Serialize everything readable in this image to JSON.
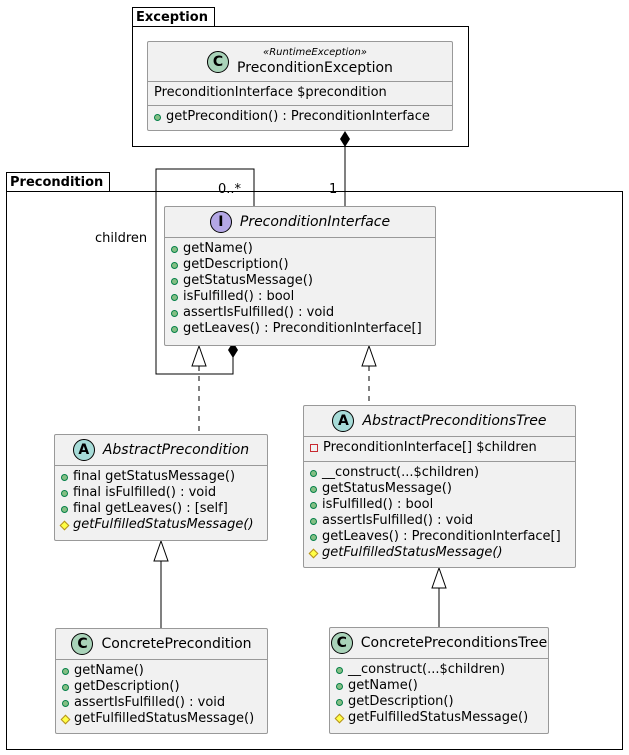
{
  "packages": {
    "exception": {
      "label": "Exception"
    },
    "precondition": {
      "label": "Precondition"
    }
  },
  "colors": {
    "class_icon": "#a9d3b9",
    "interface_icon": "#b4a7e5",
    "abstract_icon": "#a7dcd8",
    "class_bg": "#f1f1f1",
    "border": "#999999",
    "public": "#84be84",
    "private": "#c82930",
    "protected": "#ffff44"
  },
  "classes": {
    "precondition_exception": {
      "icon": "C",
      "stereotype": "«RuntimeException»",
      "name": "PreconditionException",
      "attributes": [
        "PreconditionInterface $precondition"
      ],
      "methods": [
        {
          "vis": "public",
          "text": "getPrecondition() : PreconditionInterface"
        }
      ]
    },
    "precondition_interface": {
      "icon": "I",
      "name": "PreconditionInterface",
      "methods": [
        {
          "vis": "public",
          "text": "getName()"
        },
        {
          "vis": "public",
          "text": "getDescription()"
        },
        {
          "vis": "public",
          "text": "getStatusMessage()"
        },
        {
          "vis": "public",
          "text": "isFulfilled() : bool"
        },
        {
          "vis": "public",
          "text": "assertIsFulfilled() : void"
        },
        {
          "vis": "public",
          "text": "getLeaves() : PreconditionInterface[]"
        }
      ]
    },
    "abstract_precondition": {
      "icon": "A",
      "name": "AbstractPrecondition",
      "methods": [
        {
          "vis": "public",
          "text": "final getStatusMessage()"
        },
        {
          "vis": "public",
          "text": "final isFulfilled() : void"
        },
        {
          "vis": "public",
          "text": "final getLeaves() : [self]"
        },
        {
          "vis": "protected",
          "text": "getFulfilledStatusMessage()",
          "abstract": true
        }
      ]
    },
    "abstract_preconditions_tree": {
      "icon": "A",
      "name": "AbstractPreconditionsTree",
      "attributes": [
        {
          "vis": "private",
          "text": "PreconditionInterface[] $children"
        }
      ],
      "methods": [
        {
          "vis": "public",
          "text": "__construct(...$children)"
        },
        {
          "vis": "public",
          "text": "getStatusMessage()"
        },
        {
          "vis": "public",
          "text": "isFulfilled() : bool"
        },
        {
          "vis": "public",
          "text": "assertIsFulfilled() : void"
        },
        {
          "vis": "public",
          "text": "getLeaves() : PreconditionInterface[]"
        },
        {
          "vis": "protected",
          "text": "getFulfilledStatusMessage()",
          "abstract": true
        }
      ]
    },
    "concrete_precondition": {
      "icon": "C",
      "name": "ConcretePrecondition",
      "methods": [
        {
          "vis": "public",
          "text": "getName()"
        },
        {
          "vis": "public",
          "text": "getDescription()"
        },
        {
          "vis": "public",
          "text": "assertIsFulfilled() : void"
        },
        {
          "vis": "protected",
          "text": "getFulfilledStatusMessage()"
        }
      ]
    },
    "concrete_preconditions_tree": {
      "icon": "C",
      "name": "ConcretePreconditionsTree",
      "methods": [
        {
          "vis": "public",
          "text": "__construct(...$children)"
        },
        {
          "vis": "public",
          "text": "getName()"
        },
        {
          "vis": "public",
          "text": "getDescription()"
        },
        {
          "vis": "protected",
          "text": "getFulfilledStatusMessage()"
        }
      ]
    }
  },
  "relations": {
    "children_role": "children",
    "children_mult": "0..*",
    "precondition_mult": "1"
  }
}
